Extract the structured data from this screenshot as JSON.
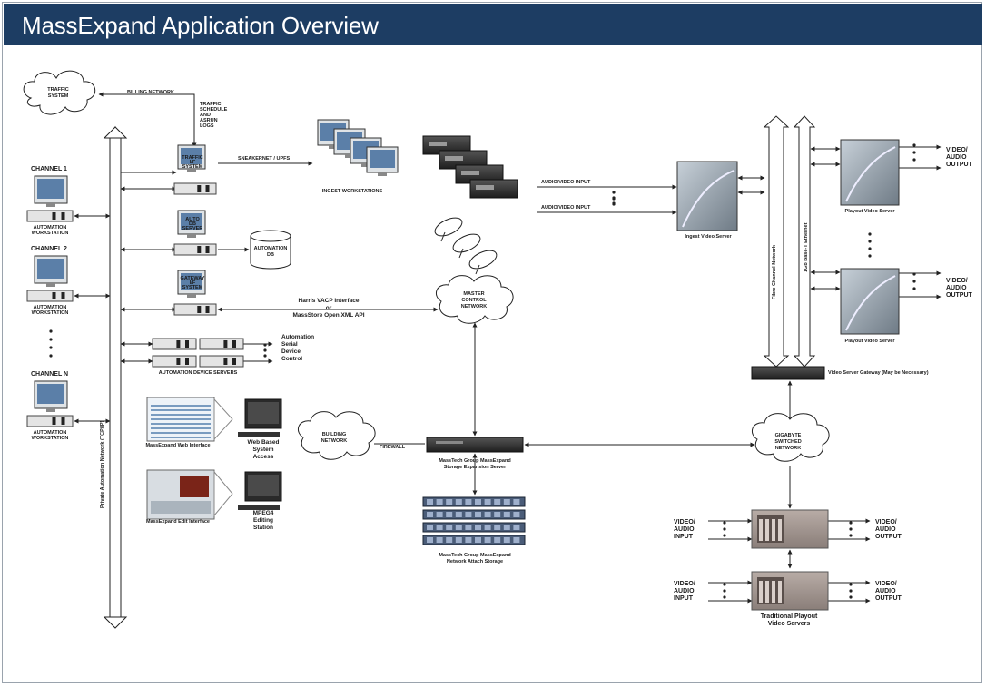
{
  "header": {
    "title": "MassExpand Application Overview"
  },
  "labels": {
    "traffic_system": [
      "TRAFFIC",
      "SYSTEM"
    ],
    "billing_network_link": "BILLING NETWORK",
    "traffic_note": [
      "TRAFFIC",
      "SCHEDULE",
      "AND",
      "ASRUN",
      "LOGS"
    ],
    "traffic_if": [
      "TRAFFIC",
      "I/F",
      "SYSTEM"
    ],
    "sneakernet": "SNEAKERNET / UPFS",
    "ingest_ws": "INGEST WORKSTATIONS",
    "channel_1": "CHANNEL 1",
    "channel_2": "CHANNEL 2",
    "channel_n": "CHANNEL N",
    "automation_ws": [
      "AUTOMATION",
      "WORKSTATION"
    ],
    "auto_db_server": [
      "AUTO",
      "DB",
      "SERVER"
    ],
    "automation_db": [
      "AUTOMATION",
      "DB"
    ],
    "gateway_if": [
      "GATEWAY",
      "I/F",
      "SYSTEM"
    ],
    "vdcp": [
      "Harris VACP Interface",
      "or",
      "MassStore Open XML API"
    ],
    "master_control": [
      "MASTER",
      "CONTROL",
      "NETWORK"
    ],
    "automation_serial": [
      "Automation",
      "Serial",
      "Device",
      "Control"
    ],
    "automation_device_servers": "AUTOMATION DEVICE SERVERS",
    "private_network": "Private Automation Network (TCP/IP)",
    "av_input_1": "AUDIO/VIDEO INPUT",
    "av_input_2": "AUDIO/VIDEO INPUT",
    "ingest_server": "Ingest Video Server",
    "fibre_channel": "Fibre Channel Network",
    "gb_ethernet": "1Gb Base-T Ethernet",
    "playout_server_1": "Playout Video Server",
    "playout_server_2": "Playout Video Server",
    "vao_1": [
      "VIDEO/",
      "AUDIO",
      "OUTPUT"
    ],
    "vao_2": [
      "VIDEO/",
      "AUDIO",
      "OUTPUT"
    ],
    "gateway": "Video Server Gateway (May be Necessary)",
    "web_interface": "MassExpand Web Interface",
    "edit_interface": "MassExpand Edit Interface",
    "web_access": [
      "Web Based",
      "System",
      "Access"
    ],
    "mpeg_editing": [
      "MPEG4",
      "Editing",
      "Station"
    ],
    "building_network": [
      "BUILDING",
      "NETWORK"
    ],
    "firewall_link": "FIREWALL",
    "storage_server": [
      "MassTech Group MassExpand",
      "Storage Expansion Server"
    ],
    "nas": [
      "MassTech Group MassExpand",
      "Network Attach Storage"
    ],
    "gigabit_network": [
      "GIGABYTE",
      "SWITCHED",
      "NETWORK"
    ],
    "vai_1": [
      "VIDEO/",
      "AUDIO",
      "INPUT"
    ],
    "vai_2": [
      "VIDEO/",
      "AUDIO",
      "INPUT"
    ],
    "vao_3": [
      "VIDEO/",
      "AUDIO",
      "OUTPUT"
    ],
    "vao_4": [
      "VIDEO/",
      "AUDIO",
      "OUTPUT"
    ],
    "traditional_playout": [
      "Traditional Playout",
      "Video Servers"
    ]
  },
  "colors": {
    "header_bg": "#1d3d63",
    "header_text": "#ffffff",
    "line": "#222222",
    "device_gray": "#8e969c"
  }
}
